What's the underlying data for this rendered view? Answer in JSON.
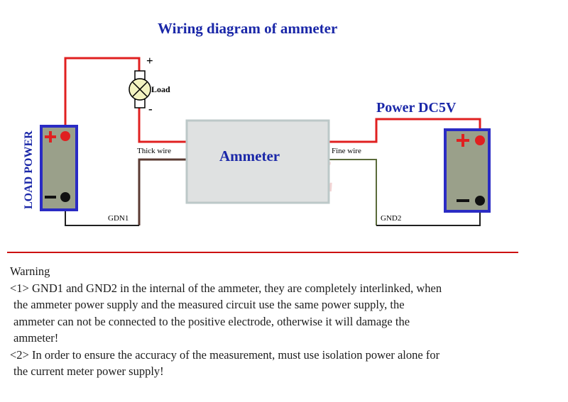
{
  "title": "Wiring diagram of ammeter",
  "load_power_label": "LOAD POWER",
  "power_label": "Power DC5V",
  "ammeter_label": "Ammeter",
  "load_label": "Load",
  "load_plus": "+",
  "load_minus": "-",
  "thick_wire_label": "Thick wire",
  "fine_wire_label": "Fine wire",
  "gnd1_label": "GDN1",
  "gnd2_label": "GND2",
  "watermark_text": "JYZ",
  "colors": {
    "title": "#1a27a8",
    "battery_border": "#2a2bc4",
    "battery_fill": "#9aa08a",
    "positive_wire": "#e02020",
    "thick_wire": "#5a3a32",
    "fine_wire": "#5a6a3a",
    "ground_wire": "#202020",
    "ammeter_fill": "#dfe1e1",
    "ammeter_border": "#bcc8c8",
    "divider": "#cc1111"
  },
  "warning": {
    "heading": "Warning",
    "item1_l1": "<1>  GND1 and GND2 in the internal of the ammeter, they are completely interlinked, when",
    "item1_l2": "the ammeter power supply and the measured circuit use the same power supply, the",
    "item1_l3": "ammeter can not be connected to the positive electrode, otherwise it will damage the",
    "item1_l4": "ammeter!",
    "item2_l1": "<2>  In order to ensure the accuracy of the measurement, must use isolation power alone for",
    "item2_l2": "the current meter power supply!"
  }
}
